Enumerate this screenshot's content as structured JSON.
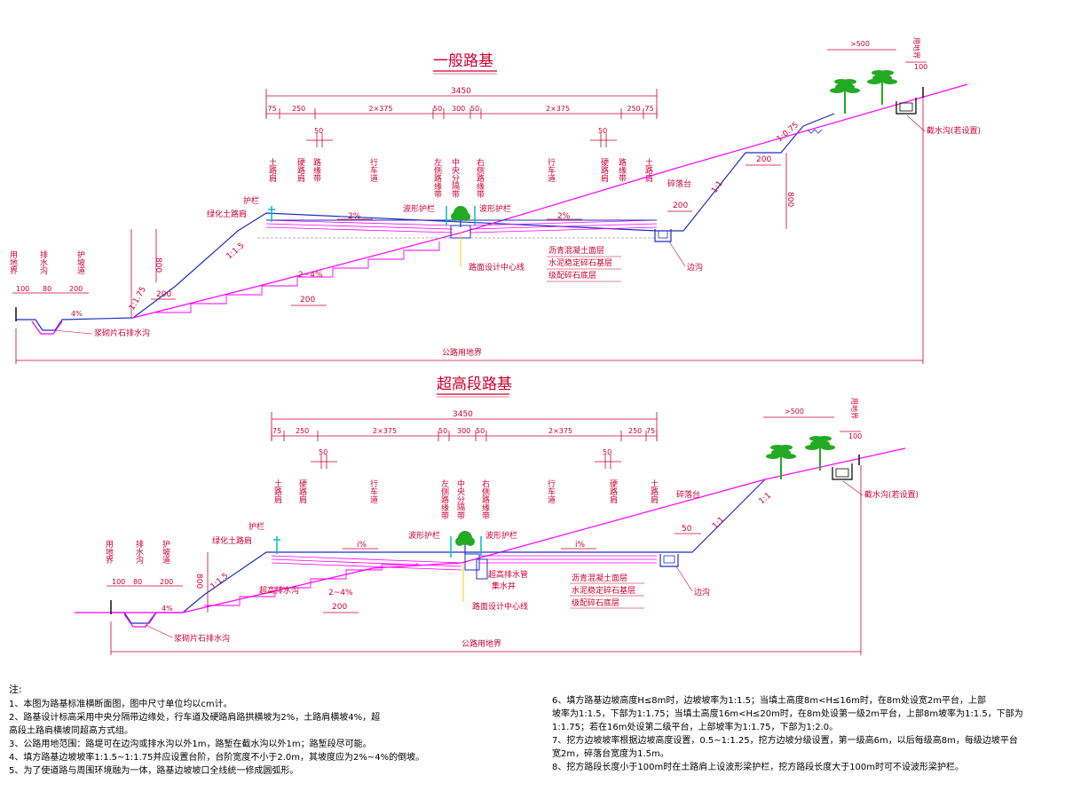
{
  "colors": {
    "road": "#ff00ff",
    "ground": "#1f2fbf",
    "dims": "#cc0033",
    "text": "#cc0033",
    "title": "#cc0033",
    "tree": "#22aa22",
    "cyan": "#00bbcc",
    "black": "#000000"
  },
  "section1": {
    "title": "一般路基",
    "total_width": "3450",
    "dims_top": [
      "75",
      "250",
      "2×375",
      "50",
      "300",
      "50",
      "2×375",
      "250",
      "75"
    ],
    "small_dims": [
      "50",
      "50"
    ],
    "labels_left": [
      "土路肩",
      "路缘带",
      "硬路肩",
      "行车道"
    ],
    "labels_mid": [
      "左侧路缘带",
      "中央分隔带",
      "右侧路缘带"
    ],
    "labels_right": [
      "行车道",
      "硬路肩",
      "路缘带",
      "土路肩"
    ],
    "items": {
      "guardrail_left": "护栏",
      "green_shoulder": "绿化土路肩",
      "median_rail_left": "波形护栏",
      "median_rail_right": "波形护栏",
      "slope_left": "2%",
      "slope_right": "2%",
      "pavement1": "沥青混凝土面层",
      "pavement2": "水泥稳定碎石基层",
      "pavement3": "级配碎石底层",
      "median_center": "路面设计中心线",
      "side_ditch": "边沟",
      "platform": "碎落台",
      "intercept": "截水沟(若设置)",
      "fill_slope": "1:1.5",
      "fill_slope2": "1:1.75",
      "step_slope": "2~4%",
      "step_w": "200",
      "berm_w": "200",
      "berm_w2": "200",
      "cut_slope1": "1:1",
      "cut_slope2": "1:1",
      "cut_slope3": "1:0.75",
      "plat_w": "200",
      "cut_h": "800",
      "fill_h": "800",
      "left_drain": "浆砌片石排水沟",
      "ditch_w1": "100",
      "ditch_w2": "80",
      "ditch_w3": "200",
      "bottom": "公路用地界",
      "left_labels": [
        "用地界",
        "排水沟",
        "护坡道"
      ],
      "right_label": "用地界",
      "top_right": ">500",
      "top_right_small": "100",
      "ditch_slope": "4%"
    }
  },
  "section2": {
    "title": "超高段路基",
    "total_width": "3450",
    "dims_top": [
      "75",
      "250",
      "2×375",
      "50",
      "300",
      "50",
      "2×375",
      "250",
      "75"
    ],
    "small_dims": [
      "50",
      "50"
    ],
    "labels_left": [
      "土路肩",
      "硬路肩",
      "行车道"
    ],
    "labels_mid": [
      "左侧路缘带",
      "中央分隔带",
      "右侧路缘带"
    ],
    "labels_right": [
      "行车道",
      "硬路肩",
      "土路肩"
    ],
    "items": {
      "guardrail_left": "护栏",
      "green_shoulder": "绿化土路肩",
      "median_rail_left": "波形护栏",
      "median_rail_right": "波形护栏",
      "slope_left": "i%",
      "slope_right": "i%",
      "pavement1": "沥青混凝土面层",
      "pavement2": "水泥稳定碎石基层",
      "pavement3": "级配碎石底层",
      "median_center": "路面设计中心线",
      "super_drain": "超高排水管",
      "collect_well": "集水井",
      "longi_drain": "超高排水沟",
      "side_ditch": "边沟",
      "platform": "碎落台",
      "intercept": "截水沟(若设置)",
      "fill_slope": "1:1.5",
      "step_slope": "2~4%",
      "step_w": "200",
      "cut_slope1": "1:1",
      "cut_slope2": "1:1",
      "plat_w": "50",
      "fill_h": "800",
      "left_drain": "浆砌片石排水沟",
      "ditch_w1": "100",
      "ditch_w2": "80",
      "ditch_w3": "200",
      "bottom": "公路用地界",
      "left_labels": [
        "用地界",
        "排水沟",
        "护坡道"
      ],
      "top_right": ">500",
      "top_right_small": "100",
      "ditch_slope": "4%",
      "right_label": "用地界"
    }
  },
  "notes": {
    "heading": "注:",
    "left": [
      "1、本图为路基标准横断面图，图中尺寸单位均以cm计。",
      "2、路基设计标高采用中央分隔带边缘处，行车道及硬路肩路拱横坡为2%，土路肩横坡4%，超",
      "高段土路肩横坡同超高方式组。",
      "3、公路用地范围：路堤可在边沟或排水沟以外1m，路堑在截水沟以外1m；路堑段尽可能。",
      "4、填方路基边坡坡率1:1.5~1:1.75并应设置台阶，台阶宽度不小于2.0m，其坡度应为2%~4%的倒坡。",
      "5、为了使道路与周围环境融为一体，路基边坡坡口全线统一修成圆弧形。"
    ],
    "right": [
      "6、填方路基边坡高度H≤8m时，边坡坡率为1:1.5；当填土高度8m<H≤16m时，在8m处设宽2m平台，上部",
      "坡率为1:1.5，下部为1:1.75；当填土高度16m<H≤20m时，在8m处设第一级2m平台，上部8m坡率为1:1.5，下部为",
      "1:1.75；若在16m处设第二级平台，上部坡率为1:1.75，下部为1:2.0。",
      "7、挖方边坡坡率根据边坡高度设置，0.5~1:1.25，挖方边坡分级设置，第一级高6m，以后每级高8m，每级边坡平台",
      "宽2m，碎落台宽度为1.5m。",
      "8、挖方路段长度小于100m时在土路肩上设波形梁护栏，挖方路段长度大于100m时可不设波形梁护栏。"
    ]
  }
}
